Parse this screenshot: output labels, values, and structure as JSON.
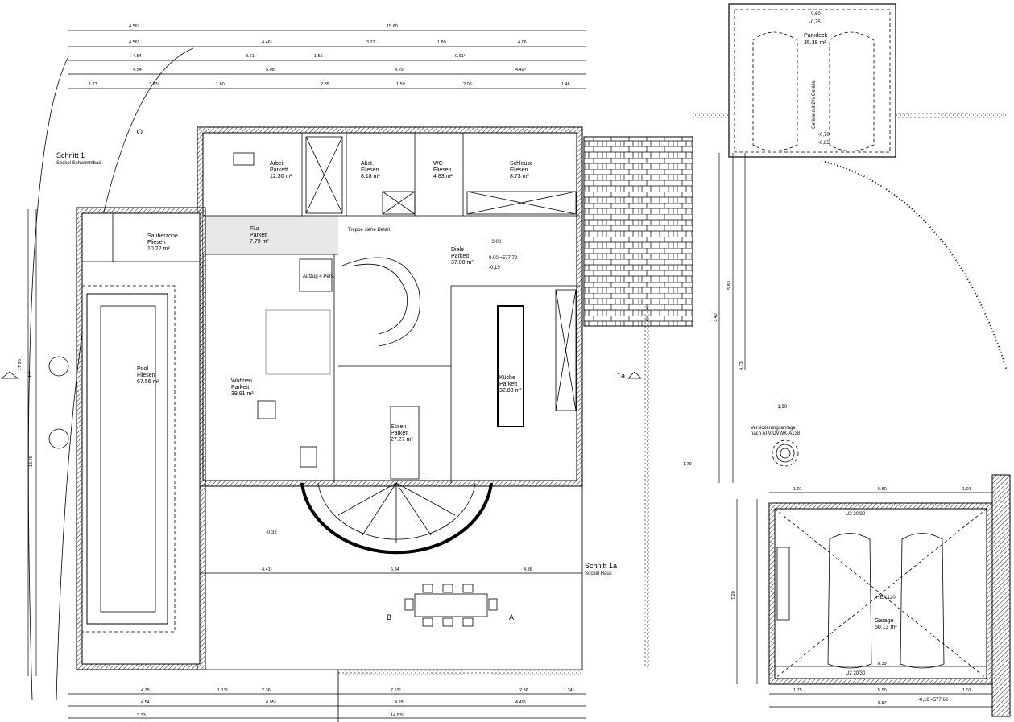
{
  "rooms": [
    {
      "name": "Arbeit",
      "floor": "Parkett",
      "area": "12.30 m²"
    },
    {
      "name": "Abst.",
      "floor": "Fliesen",
      "area": "8.18 m²"
    },
    {
      "name": "WC",
      "floor": "Fliesen",
      "area": "4.83 m²"
    },
    {
      "name": "Schleuse",
      "floor": "Fliesen",
      "area": "8.73 m²"
    },
    {
      "name": "Flur",
      "floor": "Parkett",
      "area": "7.79 m²"
    },
    {
      "name": "Diele",
      "floor": "Parkett",
      "area": "37.00 m²"
    },
    {
      "name": "Wohnen",
      "floor": "Parkett",
      "area": "39.91 m²"
    },
    {
      "name": "Essen",
      "floor": "Parkett",
      "area": "27.27 m²"
    },
    {
      "name": "Küche",
      "floor": "Parkett",
      "area": "32.88 m²"
    },
    {
      "name": "Sauberzone",
      "floor": "Fliesen",
      "area": "10.22 m²"
    },
    {
      "name": "Pool",
      "floor": "Fliesen",
      "area": "67.56 m²"
    },
    {
      "name": "Parkdeck",
      "floor": "",
      "area": "35.38 m²"
    },
    {
      "name": "Garage",
      "floor": "",
      "area": "50.13 m²"
    }
  ],
  "labels": {
    "section_1_title": "Schnitt 1",
    "section_1_sub": "Sockel Schwimmbad",
    "section_1a_title": "Schnitt 1a",
    "section_1a_sub": "Sockel Haus",
    "stair_note": "Treppe siehe Detail",
    "lift": "Aufzug 4 Pers.",
    "seepage": "Versickerungsanlage",
    "seepage_sub": "nach ATV-DVWK-A138",
    "diele_level": "0.00 =577,72",
    "diele_level2": "-0,15",
    "diele_top": "+3,00",
    "garage_level": "-0,18 =577,62",
    "garage_beam_top": "U2 20/30",
    "garage_beam_bottom": "U2 20/30",
    "garage_hea": "HEA 120",
    "parkdeck_slope": "Gefälle mit 2% Gefälle",
    "parkdeck_top_level": "-0,60",
    "parkdeck_top_level2": "-0,75",
    "parkdeck_bottom_level": "-0,70",
    "parkdeck_bottom_level2": "-0,85",
    "section_a": "A",
    "section_b": "B",
    "section_c": "C",
    "marker_1": "1",
    "marker_1a": "1a",
    "level_190": "+1,90",
    "level_032": "-0,32"
  },
  "dimensions": {
    "top_row1": [
      "4.56⁵",
      "15.60"
    ],
    "top_row2": [
      "4.56⁵",
      "4.46⁵",
      "3.27",
      "1.89",
      "4.06"
    ],
    "top_row3": [
      "4.54",
      "3.61",
      "1.55",
      "9.61⁵"
    ],
    "top_row4": [
      "4.54",
      "5.08",
      "4.29",
      "4.49⁵"
    ],
    "top_row5": [
      "1.73",
      "3.23⁵",
      "1.60",
      "2.35",
      "1.59",
      "2.09",
      "1.46"
    ],
    "bottom_row1": [
      "4.75",
      "1.13⁵",
      "2.36",
      "7.53⁵",
      "2.36",
      "1.24⁵"
    ],
    "bottom_row2": [
      "4.54",
      "4.95⁵",
      "4.28",
      "4.49⁵"
    ],
    "bottom_row3": [
      "3.33",
      "14.63⁵"
    ],
    "terrace": [
      "4.41⁵",
      "5.84",
      "4.38"
    ],
    "garage_top": [
      "1.01",
      "5.50",
      "1.01"
    ],
    "garage_bottom": [
      "1.75",
      "5.50",
      "1.01",
      "8.87"
    ],
    "garage_inner": "8.39",
    "side": [
      "17.95",
      "16.99",
      "7.20",
      "3.42",
      "5.80",
      "4.73",
      "1.79"
    ]
  }
}
